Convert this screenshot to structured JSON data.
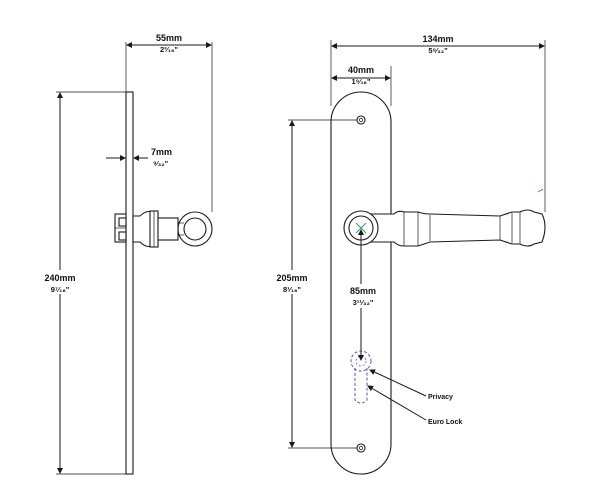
{
  "dimensions": {
    "side_depth": {
      "mm": "55mm",
      "inch": "2³⁄₁₆\""
    },
    "plate_thickness": {
      "mm": "7mm",
      "inch": "⁹⁄₃₂\""
    },
    "overall_height": {
      "mm": "240mm",
      "inch": "9⁷⁄₁₆\""
    },
    "fixing_centres": {
      "mm": "205mm",
      "inch": "8¹⁄₁₆\""
    },
    "backset": {
      "mm": "85mm",
      "inch": "3¹¹⁄₃₂\""
    },
    "plate_width": {
      "mm": "40mm",
      "inch": "1⁹⁄₁₆\""
    },
    "lever_projection": {
      "mm": "134mm",
      "inch": "5⁹⁄₃₂\""
    }
  },
  "callouts": {
    "privacy": "Privacy",
    "euro_lock": "Euro Lock"
  },
  "colors": {
    "line": "#1a1a1a",
    "keyhole_dashed": "#6a4fb0",
    "background": "#ffffff"
  }
}
